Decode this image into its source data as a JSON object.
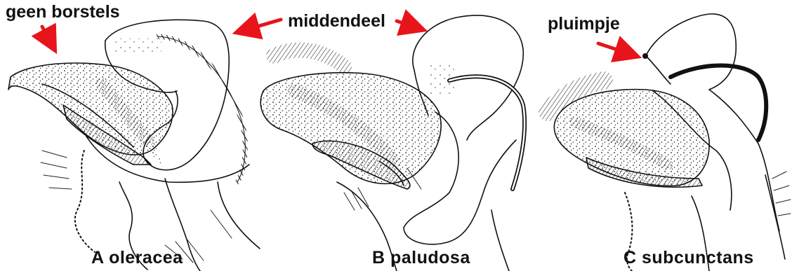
{
  "annotations": {
    "no_bristles": "geen borstels",
    "middle_part": "middendeel",
    "plume": "pluimpje"
  },
  "captions": {
    "a": "A  oleracea",
    "b": "B  paludosa",
    "c": "C  subcunctans"
  },
  "colors": {
    "arrow": "#e8141b",
    "ink": "#111111",
    "background": "#ffffff"
  },
  "arrow_icon": "red-arrow-icon"
}
